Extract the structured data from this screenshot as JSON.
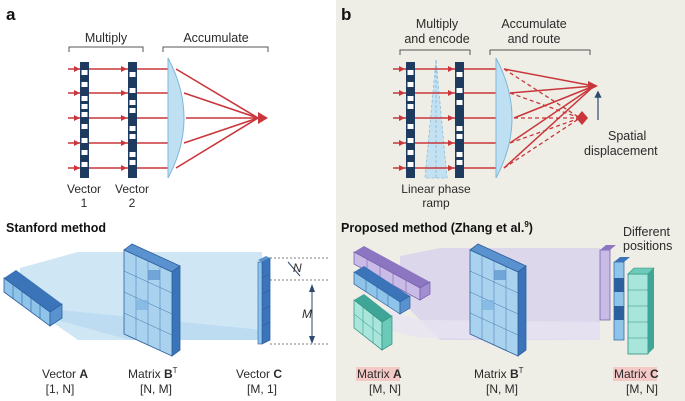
{
  "panel_a": {
    "letter": "a",
    "multiply": "Multiply",
    "accumulate": "Accumulate",
    "vector1_line1": "Vector",
    "vector1_line2": "1",
    "vector2_line1": "Vector",
    "vector2_line2": "2",
    "method_title": "Stanford method",
    "dim_n": "N",
    "dim_m": "M",
    "vecA_prefix": "Vector ",
    "vecA_name": "A",
    "vecA_dims": "[1, N]",
    "matB_prefix": "Matrix ",
    "matB_name": "B",
    "matB_sup": "T",
    "matB_dims": "[N, M]",
    "vecC_prefix": "Vector ",
    "vecC_name": "C",
    "vecC_dims": "[M, 1]"
  },
  "panel_b": {
    "letter": "b",
    "multiply_line1": "Multiply",
    "multiply_line2": "and encode",
    "accumulate_line1": "Accumulate",
    "accumulate_line2": "and route",
    "phase_line1": "Linear phase",
    "phase_line2": "ramp",
    "spatial_line1": "Spatial",
    "spatial_line2": "displacement",
    "method_title": "Proposed method (Zhang et al.",
    "method_ref": "9",
    "method_close": ")",
    "positions_line1": "Different",
    "positions_line2": "positions",
    "matA_prefix": "Matrix ",
    "matA_name": "A",
    "matA_dims": "[M, N]",
    "matB_prefix": "Matrix ",
    "matB_name": "B",
    "matB_sup": "T",
    "matB_dims": "[N, M]",
    "matC_prefix": "Matrix ",
    "matC_name": "C",
    "matC_dims": "[M, N]"
  },
  "colors": {
    "beam": "#c9363c",
    "lens": "#bfe0f3",
    "lens_stroke": "#7fb7d9",
    "panel_b_bg": "#eeeee6",
    "blue_plane": "#c7e2f3",
    "purple_plane": "#d9d2ec",
    "highlight": "#f4c9c6",
    "teal": "#8fdccf",
    "purple": "#b9a7dc",
    "blue": "#8ec3ea",
    "dark_blue": "#2c5f9e"
  }
}
